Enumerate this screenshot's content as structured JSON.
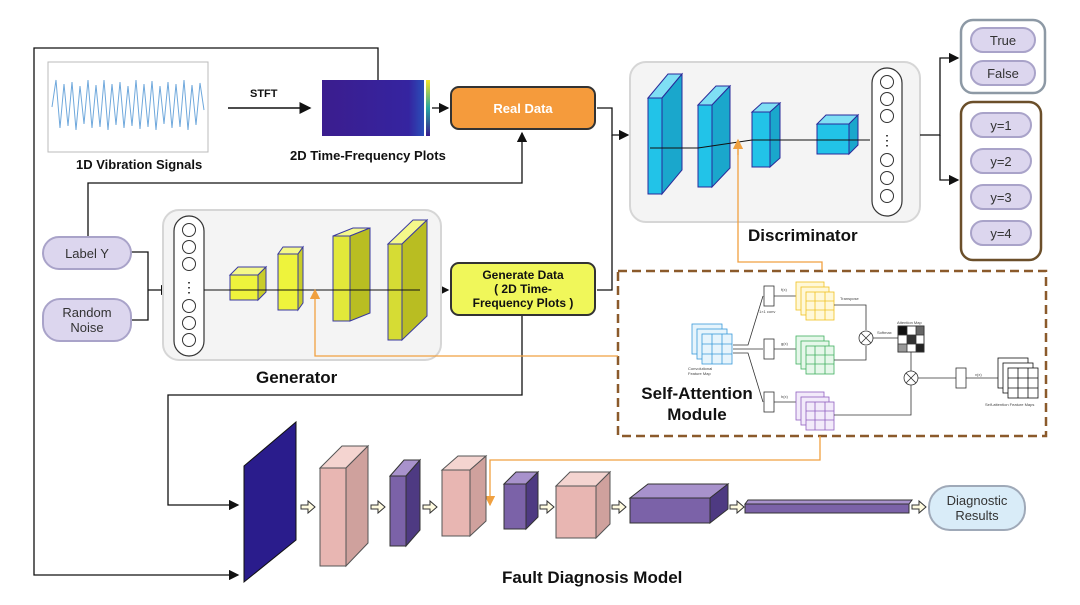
{
  "colors": {
    "real_data": "#f59b3c",
    "generate_data": "#f0f75a",
    "pill": "#dcd6ee",
    "attention_border": "#8b5a2b",
    "orange_line": "#f0a040",
    "cnn_blue": "#22c3e8",
    "gen_yellow": "#e8ee4a",
    "pink": "#e8b6b2",
    "purple": "#7b62a8",
    "navy": "#2a1c8c"
  },
  "inputs": {
    "signal_caption": "1D Vibration Signals",
    "stft_label": "STFT",
    "tf_caption": "2D Time-Frequency Plots",
    "label_y": "Label Y",
    "random_noise": "Random\nNoise"
  },
  "real_data": {
    "label": "Real Data"
  },
  "generate_data": {
    "label": "Generate Data\n( 2D Time-\nFrequency Plots )"
  },
  "generator": {
    "title": "Generator"
  },
  "discriminator": {
    "title": "Discriminator"
  },
  "outputs": {
    "true_label": "True",
    "false_label": "False",
    "classes": [
      "y=1",
      "y=2",
      "y=3",
      "y=4"
    ]
  },
  "attention": {
    "title": "Self-Attention\nModule",
    "input_label": "Convolutional\nFeature Map",
    "f_label": "f(x)",
    "g_label": "g(x)",
    "h_label": "h(x)",
    "conv_label": "1×1 conv",
    "transpose_label": "Transpose",
    "softmax_label": "Softmax",
    "attention_map_label": "Attention Map",
    "out_label": "Self-attention Feature Maps",
    "v_label": "v(x)"
  },
  "fault_model": {
    "title": "Fault Diagnosis Model",
    "result": "Diagnostic\nResults"
  }
}
